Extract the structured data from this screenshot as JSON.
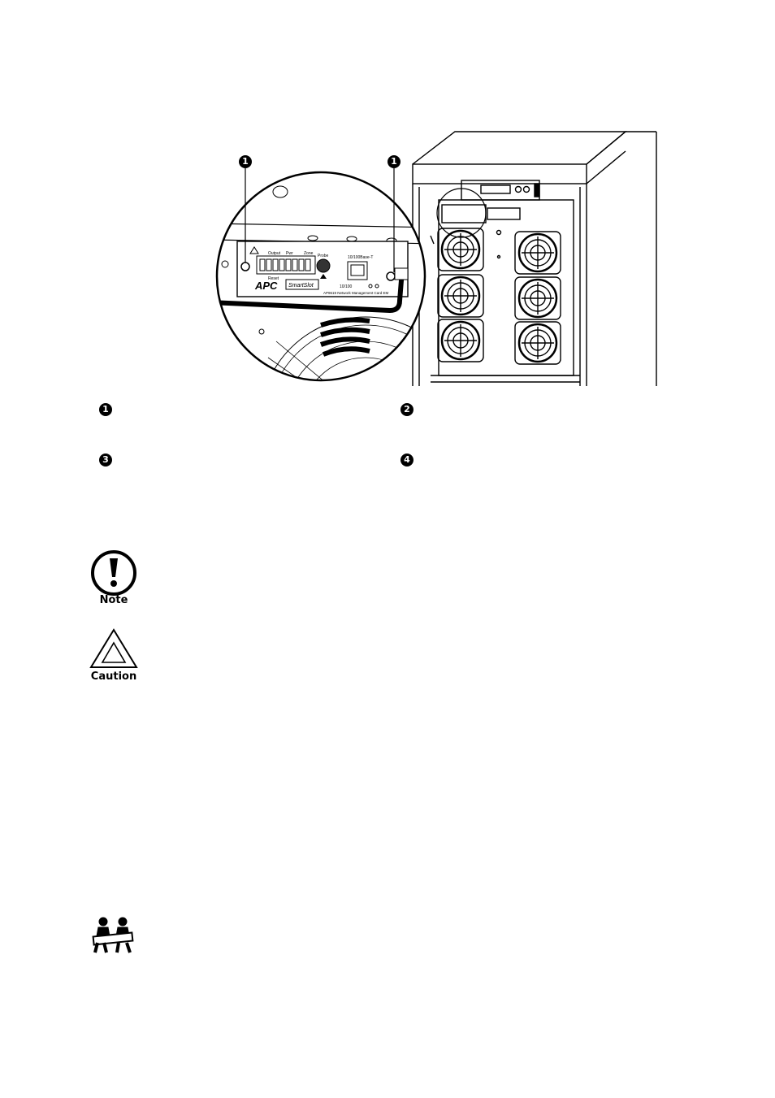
{
  "figure": {
    "callout_left": "1",
    "callout_right": "1",
    "card": {
      "outlet_label": "Output",
      "pwr_label": "Pwr",
      "zone_label": "Zone",
      "probe_label": "Probe",
      "reset_label": "Reset",
      "ethernet_label": "10/100Base-T",
      "speed_label": "10/100",
      "brand": "APC",
      "slot_brand": "SmartSlot",
      "model_text": "AP9619 Network Management Card EM"
    }
  },
  "legend": {
    "items": [
      {
        "marker": "1"
      },
      {
        "marker": "2"
      },
      {
        "marker": "3"
      },
      {
        "marker": "4"
      }
    ]
  },
  "icons": {
    "note_label": "Note",
    "caution_label": "Caution"
  }
}
